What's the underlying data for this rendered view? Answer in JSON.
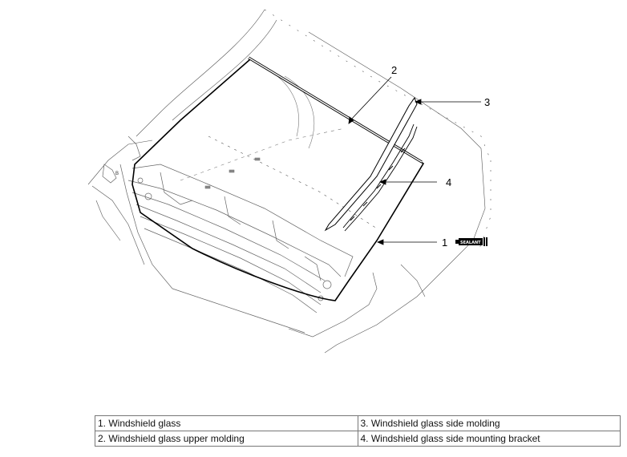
{
  "callouts": [
    {
      "num": "1",
      "part": "Windshield glass",
      "sealant": "SEALANT"
    },
    {
      "num": "2",
      "part": "Windshield glass upper molding"
    },
    {
      "num": "3",
      "part": "Windshield glass side molding"
    },
    {
      "num": "4",
      "part": "Windshield glass side mounting bracket"
    }
  ],
  "legend": {
    "rows": [
      [
        "1. Windshield glass",
        "3. Windshield glass side molding"
      ],
      [
        "2. Windshield glass upper molding",
        "4. Windshield glass side mounting bracket"
      ]
    ]
  }
}
